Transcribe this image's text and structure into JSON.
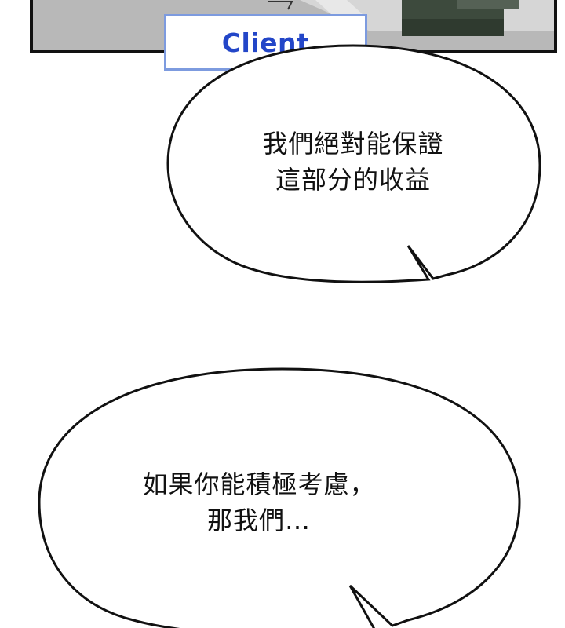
{
  "top_panel": {
    "name_tag": "Client"
  },
  "bubbles": [
    {
      "lines": [
        "我們絕對能保證",
        "這部分的收益"
      ]
    },
    {
      "lines": [
        "如果你能積極考慮，",
        "那我們…"
      ]
    }
  ],
  "colors": {
    "tag_text": "#2346c8",
    "tag_border": "#7d9bdf",
    "panel_bg": "#bcbcbc",
    "ink": "#111111"
  }
}
